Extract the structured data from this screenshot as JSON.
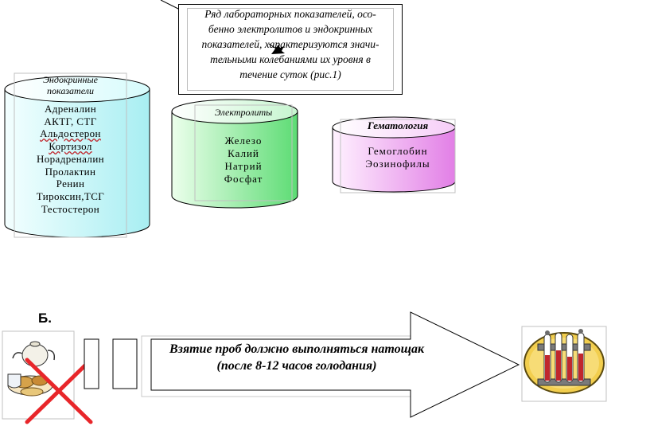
{
  "callout": {
    "text": "Ряд лабораторных показателей, осо-\nбенно электролитов и эндокринных\nпоказателей, характеризуются значи-\nтельными колебаниями их уровня в\nтечение суток (рис.1)"
  },
  "cylinders": [
    {
      "title_lines": [
        "Эндокринные",
        "показатели"
      ],
      "items": [
        "Адреналин",
        "АКТГ, СТГ",
        "Альдостерон",
        "Кортизол",
        "Норадреналин",
        "Пролактин",
        "Ренин",
        "Тироксин,ТСГ",
        "Тестостерон"
      ],
      "underlined": [
        "Альдостерон",
        "Кортизол"
      ],
      "color_light": "#f3ffff",
      "color_dark": "#a8eef2"
    },
    {
      "title_lines": [
        "Электролиты"
      ],
      "items": [
        "Железо",
        "Калий",
        "Натрий",
        "Фосфат"
      ],
      "color_light": "#ecffec",
      "color_dark": "#5ddc74"
    },
    {
      "title_lines": [
        "Гематология"
      ],
      "items": [
        "Гемоглобин",
        "Эозинофилы"
      ],
      "color_light": "#fff2ff",
      "color_dark": "#e27fe6"
    }
  ],
  "section_b": {
    "label": "Б.",
    "arrow_text": "Взятие проб должно выполняться натощак (после 8-12 часов голодания)",
    "no_food_icon": "crossed-out-food-icon",
    "test_tubes_icon": "test-tubes-icon",
    "cross_color": "#e8262a"
  }
}
